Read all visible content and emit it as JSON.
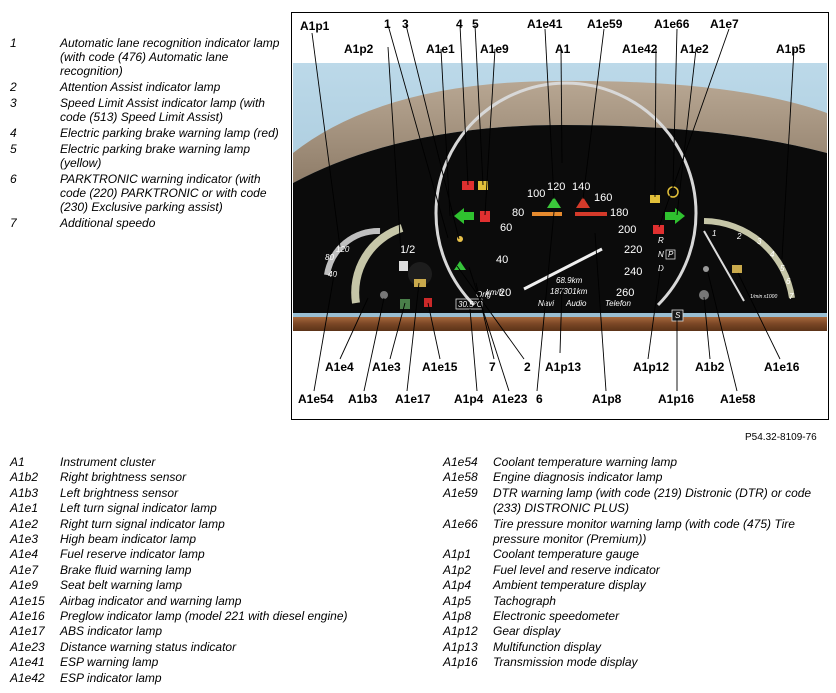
{
  "top_legend": [
    {
      "num": "1",
      "text": "Automatic lane recognition indicator lamp (with code (476) Automatic lane recognition)"
    },
    {
      "num": "2",
      "text": "Attention Assist indicator lamp"
    },
    {
      "num": "3",
      "text": "Speed Limit Assist indicator lamp (with code (513) Speed Limit Assist)"
    },
    {
      "num": "4",
      "text": "Electric parking brake warning lamp (red)"
    },
    {
      "num": "5",
      "text": "Electric parking brake warning lamp (yellow)"
    },
    {
      "num": "6",
      "text": "PARKTRONIC warning indicator (with code (220) PARKTRONIC or with code (230) Exclusive parking assist)"
    },
    {
      "num": "7",
      "text": "Additional speedo"
    }
  ],
  "diagram": {
    "callouts_top": [
      "A1p1",
      "1",
      "3",
      "4",
      "5",
      "A1e41",
      "A1e59",
      "A1e66",
      "A1e7",
      "A1p2",
      "A1e1",
      "A1e9",
      "A1",
      "A1e42",
      "A1e2",
      "A1p5"
    ],
    "callouts_bottom": [
      "A1e4",
      "A1e3",
      "A1e15",
      "7",
      "2",
      "A1p13",
      "A1p12",
      "A1b2",
      "A1e16",
      "A1e54",
      "A1b3",
      "A1e17",
      "A1p4",
      "A1e23",
      "6",
      "A1p8",
      "A1p16",
      "A1e58"
    ],
    "speedo_ticks": [
      "20",
      "40",
      "60",
      "80",
      "100",
      "120",
      "140",
      "160",
      "180",
      "200",
      "220",
      "240",
      "260"
    ],
    "tacho_ticks": [
      "1",
      "2",
      "3",
      "4",
      "5",
      "6",
      "7"
    ],
    "gear_letters": [
      "R",
      "N",
      "D"
    ],
    "gear_p": "P",
    "fuel_fraction": "1/2",
    "temp_labels": [
      "120",
      "80",
      "40"
    ],
    "display": {
      "trip": "68.9km",
      "odometer": "187301km",
      "temp": "30.5°C",
      "menu": [
        "Orig",
        "Navi",
        "Audio",
        "Telefon"
      ],
      "speed_unit": "km/h",
      "rpm_unit": "1/min x1000",
      "trans_mode": "S"
    }
  },
  "figure_ref": "P54.32-8109-76",
  "bottom_legend_left": [
    {
      "code": "A1",
      "text": "Instrument cluster"
    },
    {
      "code": "A1b2",
      "text": "Right brightness sensor"
    },
    {
      "code": "A1b3",
      "text": "Left brightness sensor"
    },
    {
      "code": "A1e1",
      "text": "Left turn signal indicator lamp"
    },
    {
      "code": "A1e2",
      "text": "Right turn signal indicator lamp"
    },
    {
      "code": "A1e3",
      "text": "High beam indicator lamp"
    },
    {
      "code": "A1e4",
      "text": "Fuel reserve indicator lamp"
    },
    {
      "code": "A1e7",
      "text": "Brake fluid warning lamp"
    },
    {
      "code": "A1e9",
      "text": "Seat belt warning lamp"
    },
    {
      "code": "A1e15",
      "text": "Airbag indicator and warning lamp"
    },
    {
      "code": "A1e16",
      "text": "Preglow indicator lamp (model 221 with diesel engine)"
    },
    {
      "code": "A1e17",
      "text": "ABS indicator lamp"
    },
    {
      "code": "A1e23",
      "text": "Distance warning status indicator"
    },
    {
      "code": "A1e41",
      "text": "ESP warning lamp"
    },
    {
      "code": "A1e42",
      "text": "ESP indicator lamp"
    }
  ],
  "bottom_legend_right": [
    {
      "code": "A1e54",
      "text": "Coolant temperature warning lamp"
    },
    {
      "code": "A1e58",
      "text": "Engine diagnosis indicator lamp"
    },
    {
      "code": "A1e59",
      "text": "DTR warning lamp (with code (219) Distronic (DTR) or code (233) DISTRONIC PLUS)"
    },
    {
      "code": "A1e66",
      "text": "Tire pressure monitor warning lamp (with code (475) Tire pressure monitor (Premium))"
    },
    {
      "code": "A1p1",
      "text": "Coolant temperature gauge"
    },
    {
      "code": "A1p2",
      "text": "Fuel level and reserve indicator"
    },
    {
      "code": "A1p4",
      "text": "Ambient temperature display"
    },
    {
      "code": "A1p5",
      "text": "Tachograph"
    },
    {
      "code": "A1p8",
      "text": "Electronic speedometer"
    },
    {
      "code": "A1p12",
      "text": "Gear display"
    },
    {
      "code": "A1p13",
      "text": "Multifunction display"
    },
    {
      "code": "A1p16",
      "text": "Transmission mode display"
    }
  ]
}
